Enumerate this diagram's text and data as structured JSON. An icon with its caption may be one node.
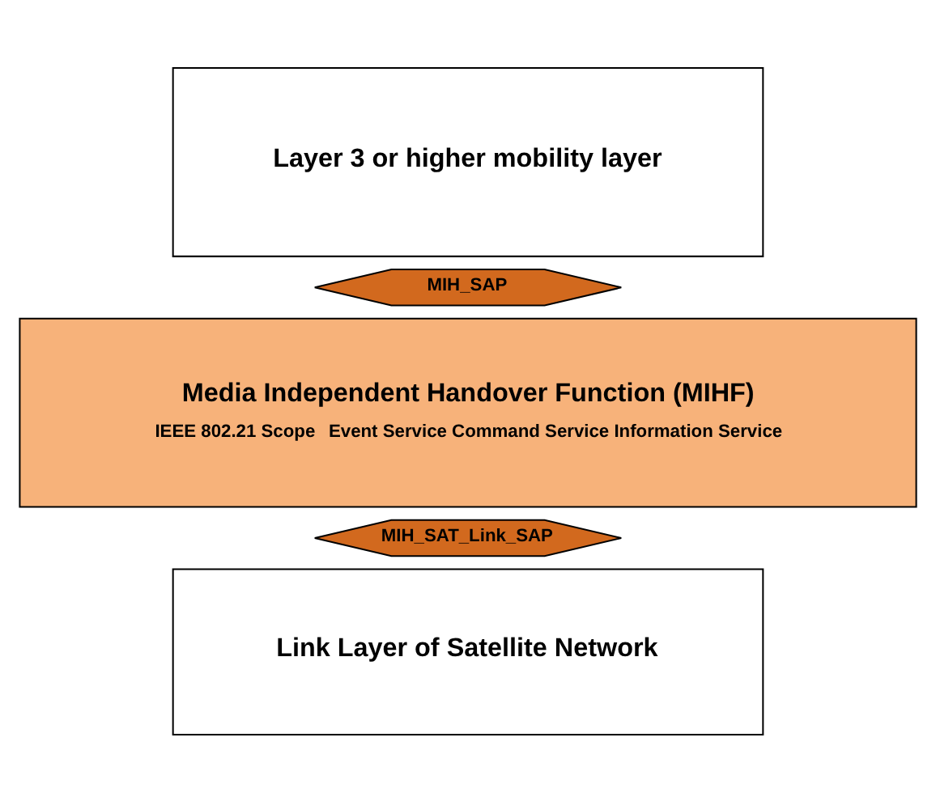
{
  "diagram": {
    "nodes": [
      {
        "text": [
          "Layer 3 or higher mobility layer"
        ]
      },
      {
        "text": [
          "MIH_SAP"
        ]
      },
      {
        "text": [
          "Media Independent Handover Function (MIHF)",
          "IEEE 802.21 Scope",
          "Event Service Command Service Information Service"
        ]
      },
      {
        "text": [
          "MIH_SAT_Link_SAP"
        ]
      },
      {
        "text": [
          "Link Layer of Satellite Network"
        ]
      }
    ]
  }
}
